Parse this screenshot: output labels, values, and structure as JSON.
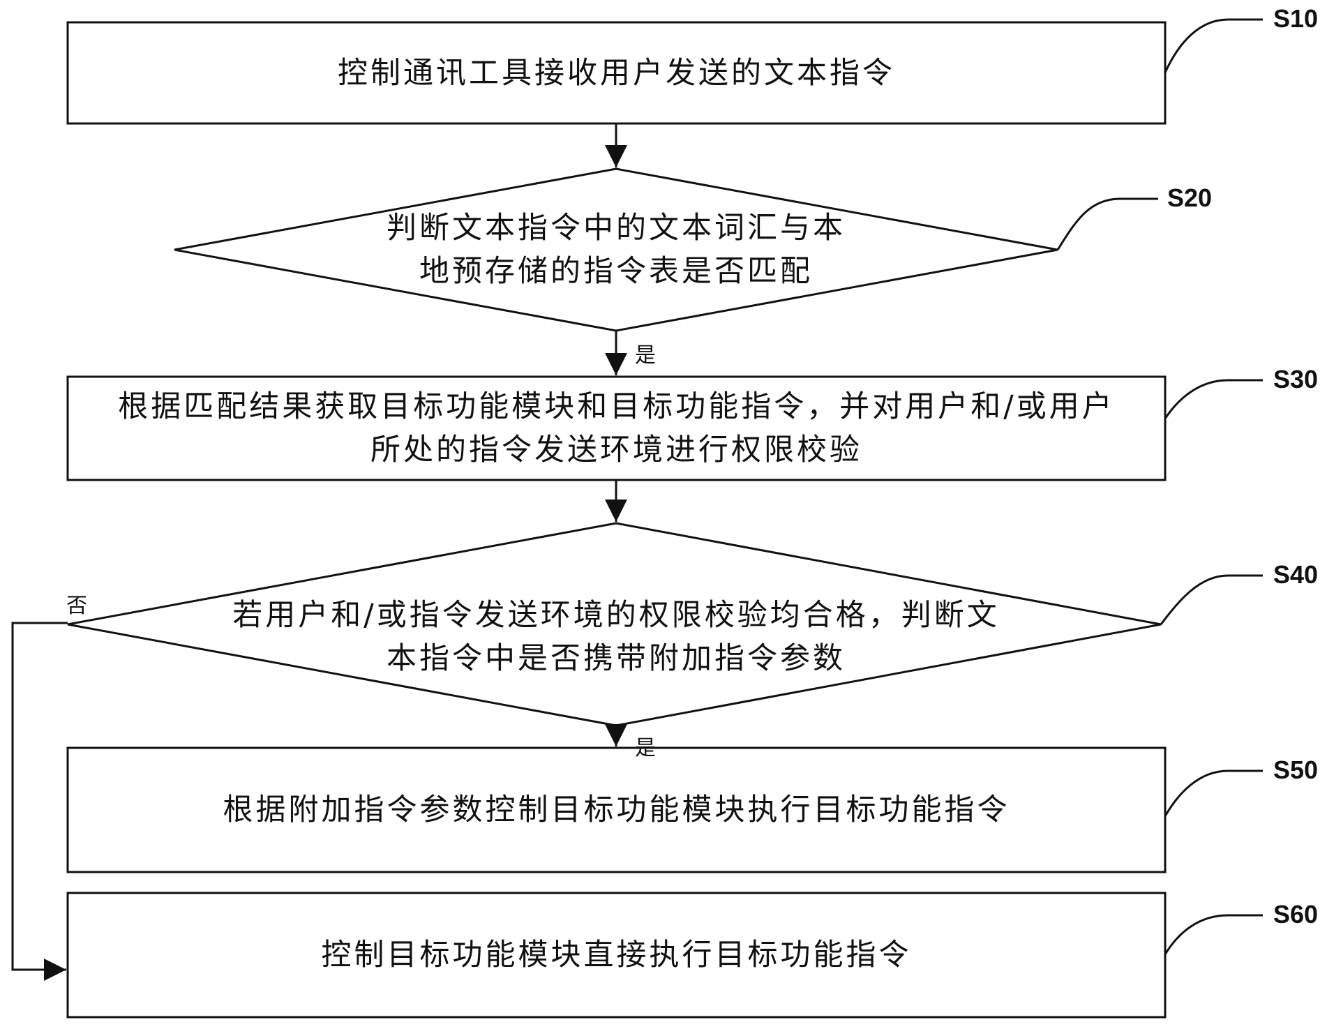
{
  "steps": [
    {
      "id": "S10",
      "text": "控制通讯工具接收用户发送的文本指令"
    },
    {
      "id": "S20",
      "text": "判断文本指令中的文本词汇与本\n地预存储的指令表是否匹配"
    },
    {
      "id": "S30",
      "text": "根据匹配结果获取目标功能模块和目标功能指令，并对用户和/或用户\n所处的指令发送环境进行权限校验"
    },
    {
      "id": "S40",
      "text": "若用户和/或指令发送环境的权限校验均合格，判断文\n本指令中是否携带附加指令参数"
    },
    {
      "id": "S50",
      "text": "根据附加指令参数控制目标功能模块执行目标功能指令"
    },
    {
      "id": "S60",
      "text": "控制目标功能模块直接执行目标功能指令"
    }
  ],
  "branches": {
    "s20_yes": "是",
    "s40_yes": "是",
    "s40_no": "否"
  }
}
